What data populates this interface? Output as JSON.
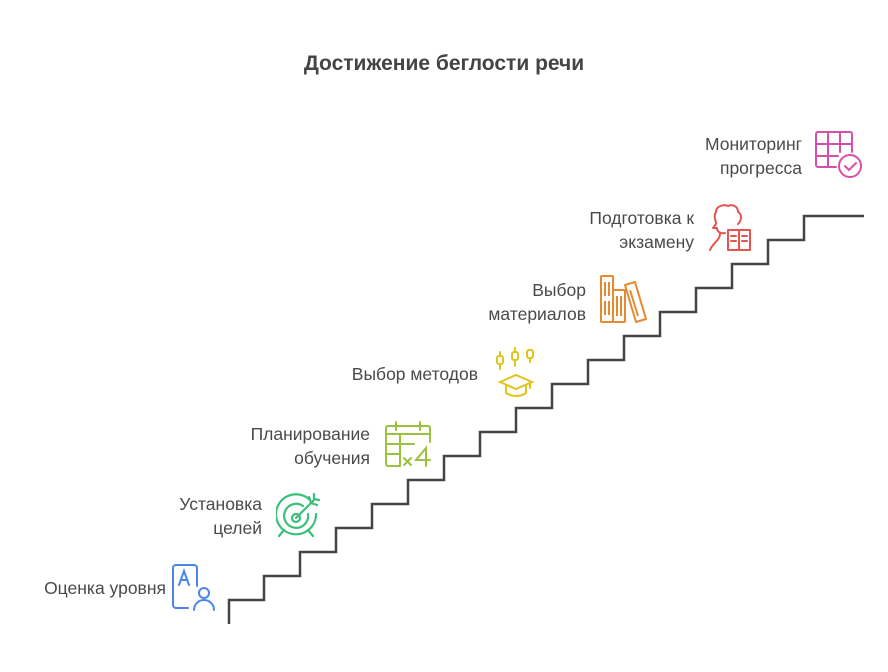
{
  "title": "Достижение беглости речи",
  "steps": [
    {
      "label": "Оценка уровня",
      "icon": "assessment-user-icon",
      "color": "#4a86e8"
    },
    {
      "label": "Установка\nцелей",
      "icon": "target-icon",
      "color": "#3cbf7c"
    },
    {
      "label": "Планирование\nобучения",
      "icon": "calendar-schedule-icon",
      "color": "#9bc23c"
    },
    {
      "label": "Выбор методов",
      "icon": "graduation-cap-icon",
      "color": "#e0c41c"
    },
    {
      "label": "Выбор\nматериалов",
      "icon": "books-icon",
      "color": "#e58a2e"
    },
    {
      "label": "Подготовка к\nэкзамену",
      "icon": "student-reading-icon",
      "color": "#e5544e"
    },
    {
      "label": "Мониторинг\nпрогресса",
      "icon": "grid-check-icon",
      "color": "#d94ea6"
    }
  ]
}
